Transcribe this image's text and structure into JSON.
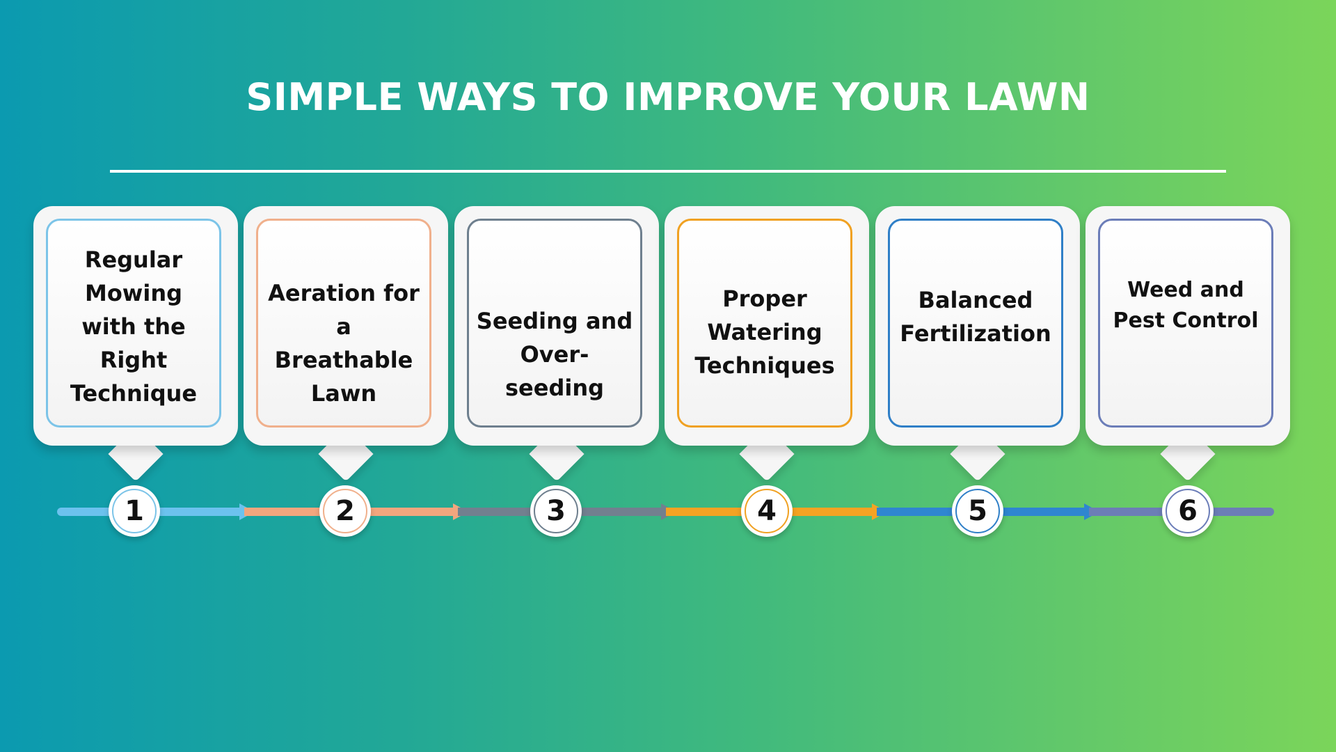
{
  "title": "SIMPLE WAYS TO IMPROVE YOUR LAWN",
  "steps": [
    {
      "number": "1",
      "text": "Regular Mowing with the Right Technique",
      "lines": [
        "Regular",
        "Mowing",
        "with the",
        "Right",
        "Technique"
      ],
      "color": "#7cc4e8",
      "bar_color": "#6cc2ee"
    },
    {
      "number": "2",
      "text": "Aeration for a Breathable Lawn",
      "lines": [
        "Aeration for a",
        "Breathable",
        "Lawn"
      ],
      "color": "#f0b08c",
      "bar_color": "#f2a67e"
    },
    {
      "number": "3",
      "text": "Seeding and Over-seeding",
      "lines": [
        "Seeding and",
        "Over-seeding"
      ],
      "color": "#6e7f8e",
      "bar_color": "#72808f"
    },
    {
      "number": "4",
      "text": "Proper Watering Techniques",
      "lines": [
        "Proper",
        "Watering",
        "Techniques"
      ],
      "color": "#f0a122",
      "bar_color": "#f5a323"
    },
    {
      "number": "5",
      "text": "Balanced Fertilization",
      "lines": [
        "Balanced",
        "Fertilization"
      ],
      "color": "#2f7fc7",
      "bar_color": "#2f86d0"
    },
    {
      "number": "6",
      "text": "Weed and Pest Control",
      "lines": [
        "Weed and",
        "Pest Control"
      ],
      "color": "#6b7db8",
      "bar_color": "#6c7eb6"
    }
  ]
}
